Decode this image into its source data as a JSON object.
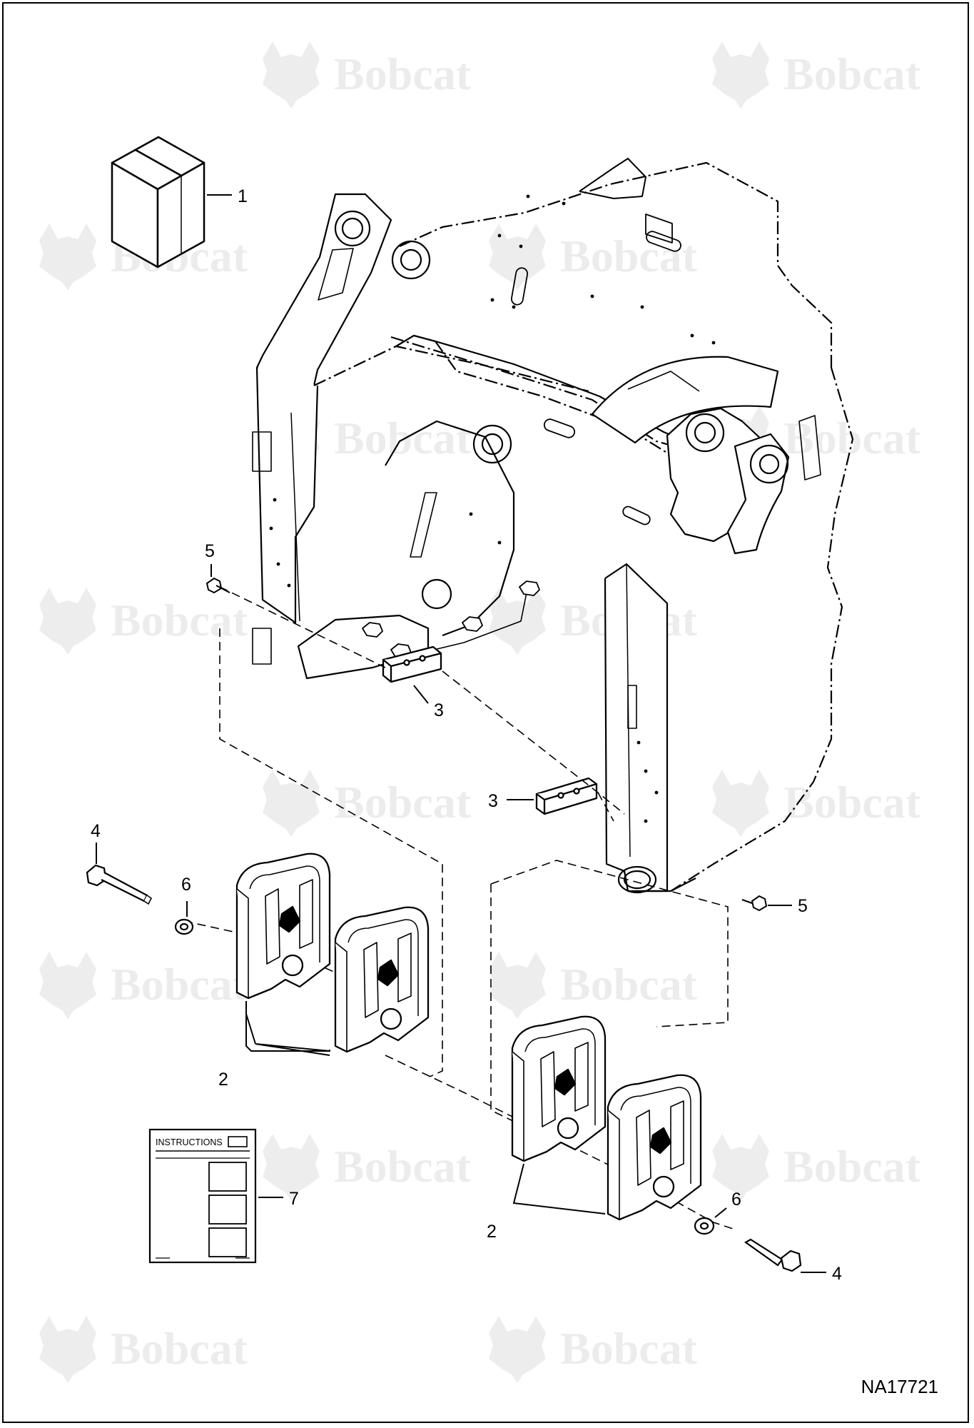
{
  "diagram": {
    "reference_code": "NA17721",
    "watermark_brand": "Bobcat",
    "instruction_sheet_label": "INSTRUCTIONS",
    "callouts": [
      {
        "id": "c1",
        "label": "1"
      },
      {
        "id": "c2a",
        "label": "2"
      },
      {
        "id": "c2b",
        "label": "2"
      },
      {
        "id": "c3a",
        "label": "3"
      },
      {
        "id": "c3b",
        "label": "3"
      },
      {
        "id": "c4a",
        "label": "4"
      },
      {
        "id": "c4b",
        "label": "4"
      },
      {
        "id": "c5a",
        "label": "5"
      },
      {
        "id": "c5b",
        "label": "5"
      },
      {
        "id": "c6a",
        "label": "6"
      },
      {
        "id": "c6b",
        "label": "6"
      },
      {
        "id": "c7",
        "label": "7"
      }
    ]
  }
}
